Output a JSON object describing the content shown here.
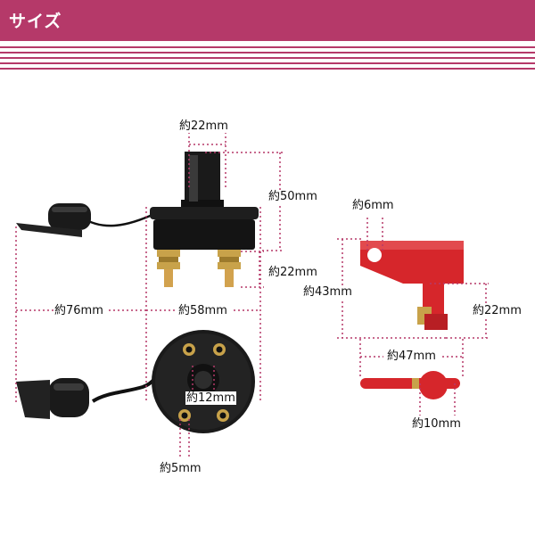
{
  "header": {
    "title": "サイズ",
    "accent_color": "#b53969"
  },
  "dimensions": {
    "cap_width": "約22mm",
    "total_height": "約50mm",
    "terminal_height": "約22mm",
    "cable_length": "約76mm",
    "base_width": "約58mm",
    "center_hole": "約12mm",
    "mount_hole": "約5mm",
    "key_hole": "約6mm",
    "key_height": "約43mm",
    "key_shaft": "約22mm",
    "key_width": "約47mm",
    "key_thickness": "約10mm"
  },
  "colors": {
    "dimension_line": "#b53969",
    "switch_body": "#1a1a1a",
    "key": "#d6262b",
    "brass": "#c8a24a"
  }
}
